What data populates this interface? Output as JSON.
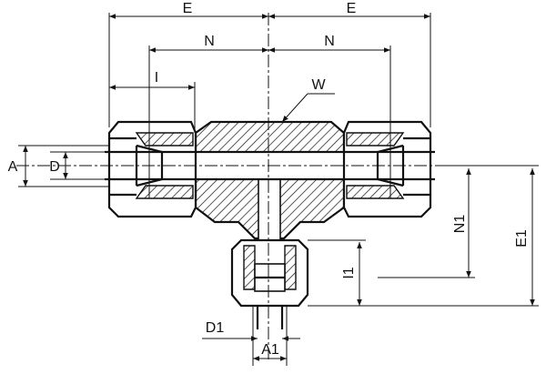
{
  "labels": {
    "E_left": "E",
    "E_right": "E",
    "N_left": "N",
    "N_right": "N",
    "I": "I",
    "W": "W",
    "A": "A",
    "D": "D",
    "N1": "N1",
    "E1": "E1",
    "I1": "I1",
    "D1": "D1",
    "A1": "A1"
  }
}
